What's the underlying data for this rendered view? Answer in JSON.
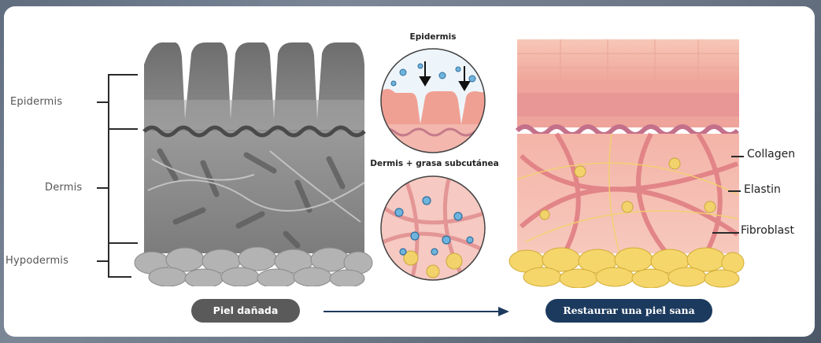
{
  "left_labels": {
    "epidermis": "Epidermis",
    "dermis": "Dermis",
    "hypodermis": "Hypodermis"
  },
  "circles": {
    "top_title": "Epidermis",
    "bottom_title": "Dermis + grasa subcutánea"
  },
  "right_labels": {
    "collagen": "Collagen",
    "elastin": "Elastin",
    "fibroblast": "Fibroblast"
  },
  "buttons": {
    "damaged": "Piel dañada",
    "restore": "Restaurar una piel sana"
  },
  "colors": {
    "damaged_skin": "#8a8a8a",
    "healthy_skin": "#f2a7a0",
    "fat": "#f2d36b",
    "navy": "#1c3a5e",
    "pill_grey": "#5a5a5a"
  }
}
